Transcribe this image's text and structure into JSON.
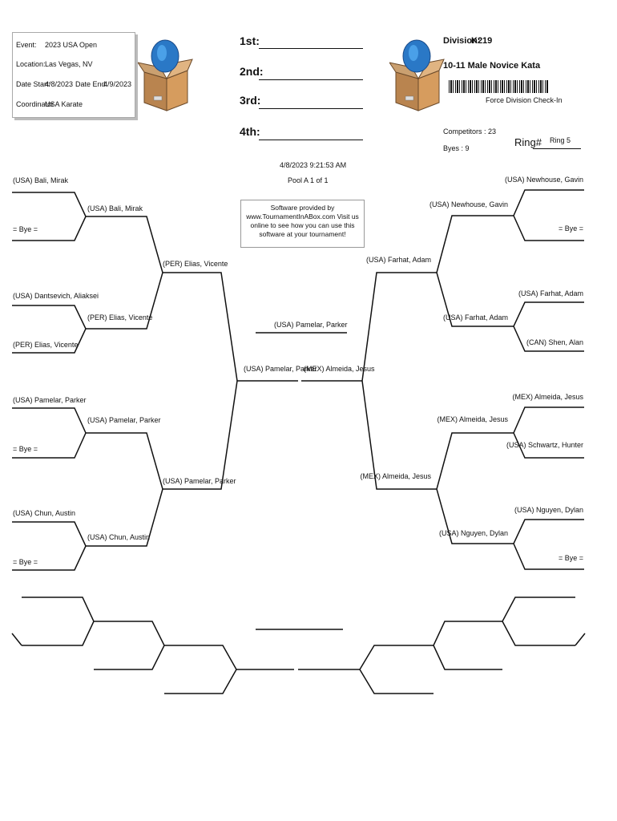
{
  "event": {
    "event_label": "Event:",
    "event_value": "2023 USA Open",
    "location_label": "Location:",
    "location_value": "Las Vegas, NV",
    "date_start_label": "Date Start:",
    "date_start_value": "4/8/2023",
    "date_end_label": "Date End:",
    "date_end_value": "4/9/2023",
    "coordinator_label": "Coordinator",
    "coordinator_value": "USA Karate"
  },
  "placings": {
    "first": "1st:",
    "second": "2nd:",
    "third": "3rd:",
    "fourth": "4th:"
  },
  "division": {
    "label": "Division:",
    "code": "K219",
    "name": "10-11 Male Novice Kata",
    "checkin": "Force Division Check-In",
    "competitors": "Competitors : 23",
    "byes": "Byes : 9",
    "ring_label": "Ring#",
    "ring_value": "Ring 5"
  },
  "center": {
    "timestamp": "4/8/2023 9:21:53 AM",
    "pool": "Pool A 1 of 1",
    "promo": "Software provided by www.TournamentInABox.com Visit us online to see how you can use this software at your tournament!"
  },
  "left_bracket": {
    "r1": [
      "(USA) Bali, Mirak",
      "= Bye =",
      "(USA) Dantsevich, Aliaksei",
      "(PER) Elias, Vicente",
      "(USA) Pamelar, Parker",
      "= Bye =",
      "(USA) Chun, Austin",
      "= Bye ="
    ],
    "r2": [
      "(USA) Bali, Mirak",
      "(PER) Elias, Vicente",
      "(USA) Pamelar, Parker",
      "(USA) Chun, Austin"
    ],
    "r3": [
      "(PER) Elias, Vicente",
      "(USA) Pamelar, Parker"
    ],
    "r4": "(USA) Pamelar, Parker"
  },
  "right_bracket": {
    "r1": [
      "(USA) Newhouse, Gavin",
      "= Bye =",
      "(USA) Farhat, Adam",
      "(CAN) Shen, Alan",
      "(MEX) Almeida, Jesus",
      "(USA) Schwartz, Hunter",
      "(USA) Nguyen, Dylan",
      "= Bye ="
    ],
    "r2": [
      "(USA) Newhouse, Gavin",
      "(USA) Farhat, Adam",
      "(MEX) Almeida, Jesus",
      "(USA) Nguyen, Dylan"
    ],
    "r3": [
      "(USA) Farhat, Adam",
      "(MEX) Almeida, Jesus"
    ],
    "r4": "(MEX) Almeida, Jesus"
  },
  "final_winner": "(USA) Pamelar, Parker"
}
